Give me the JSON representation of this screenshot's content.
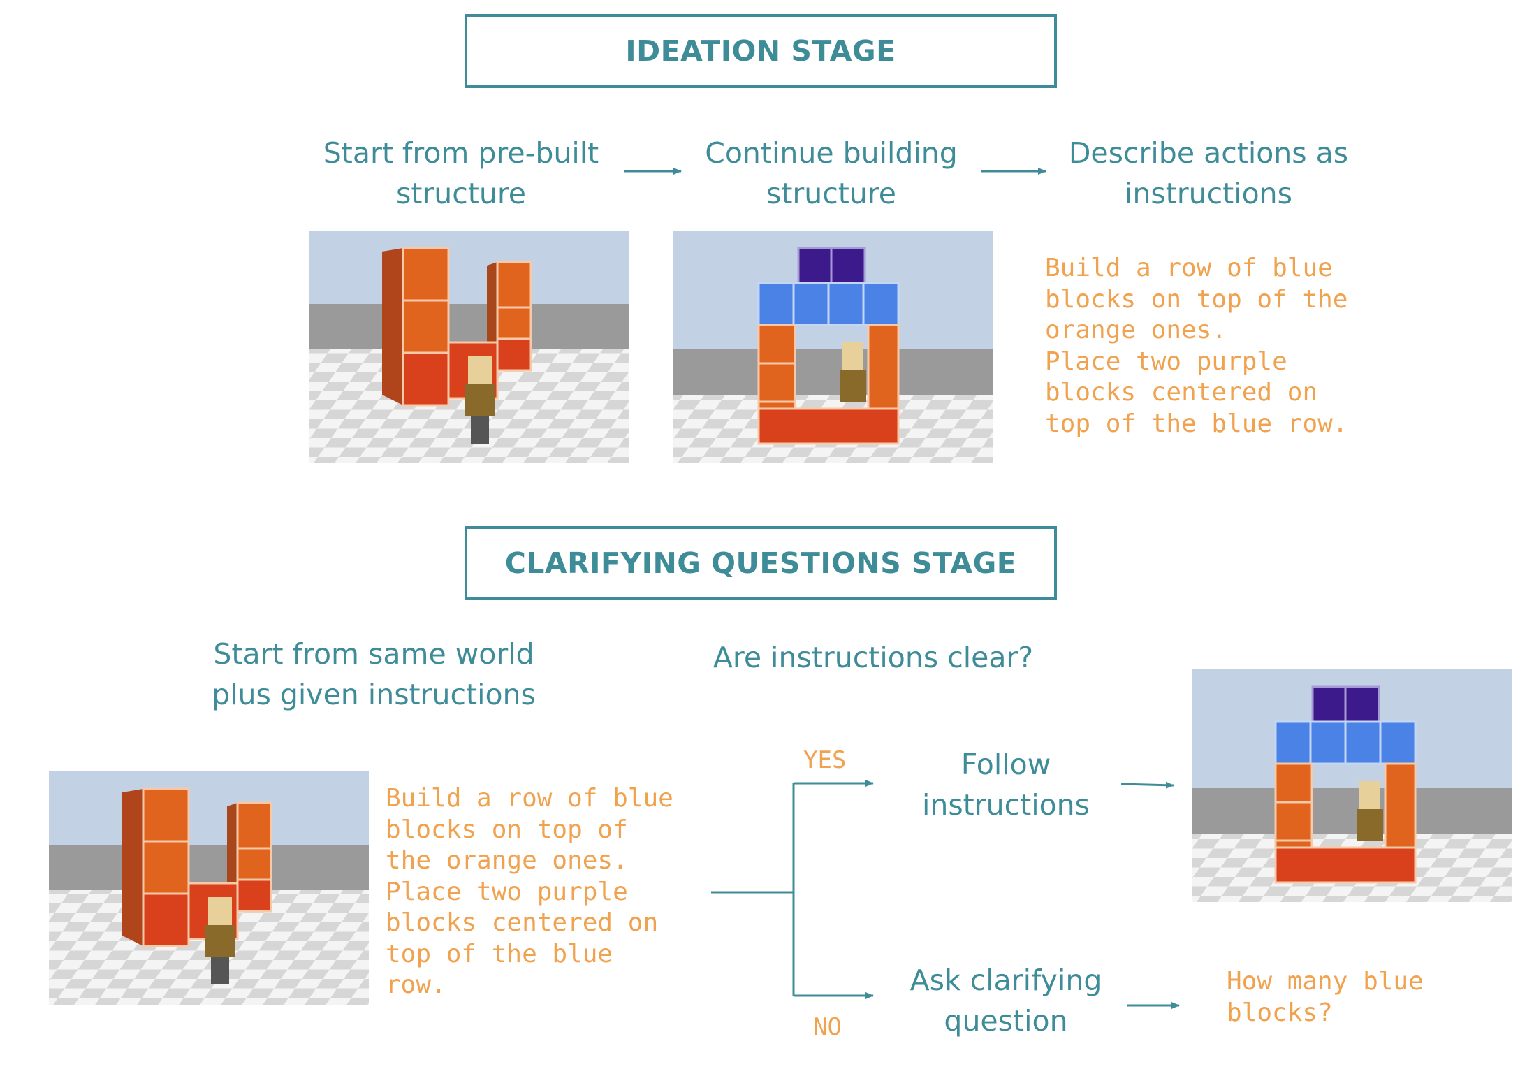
{
  "ideation": {
    "title": "IDEATION STAGE",
    "step1": "Start from pre-built\nstructure",
    "step2": "Continue building\nstructure",
    "step3": "Describe actions as\ninstructions",
    "instruction_text": "Build a row of blue\nblocks on top of the\norange ones.\nPlace two purple\nblocks centered on\ntop of the blue row."
  },
  "clarifying": {
    "title": "CLARIFYING QUESTIONS STAGE",
    "start": "Start from same world\nplus given instructions",
    "question": "Are instructions clear?",
    "instruction_text": "Build a row of blue\nblocks on top of\nthe orange ones.\nPlace two purple\nblocks centered on\ntop of the blue\nrow.",
    "yes_label": "YES",
    "no_label": "NO",
    "follow": "Follow\ninstructions",
    "ask": "Ask clarifying\nquestion",
    "clarifying_question": "How many blue\nblocks?"
  },
  "colors": {
    "teal": "#3f8c99",
    "orange_text": "#f0a24f",
    "block_orange": "#e0641e",
    "block_red": "#d9401c",
    "block_blue": "#4a82e6",
    "block_purple": "#3d1a8c",
    "sky": "#c3d1e4"
  }
}
